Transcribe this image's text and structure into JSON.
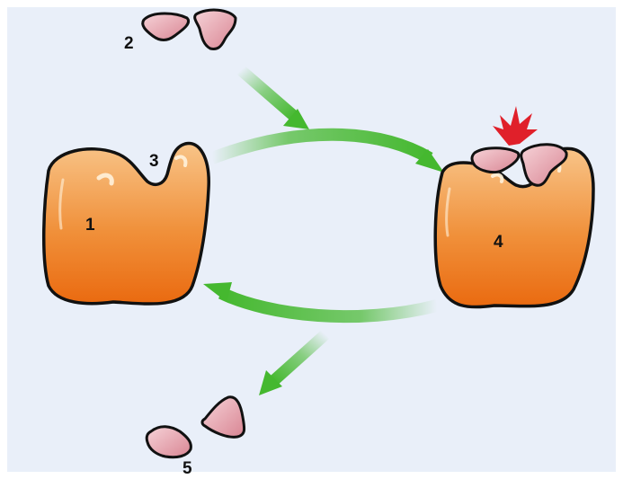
{
  "diagram": {
    "labels": {
      "enzyme": "1",
      "substrate": "2",
      "active_site": "3",
      "enzyme_substrate_complex": "4",
      "products": "5"
    },
    "colors": {
      "background": "#E9EFF9",
      "enzyme_top": "#F8C488",
      "enzyme_bottom": "#EA6A10",
      "substrate_fill": "#E9A6AF",
      "arrow": "#45B82F",
      "reaction_burst": "#E0202A",
      "outline": "#111111"
    }
  }
}
